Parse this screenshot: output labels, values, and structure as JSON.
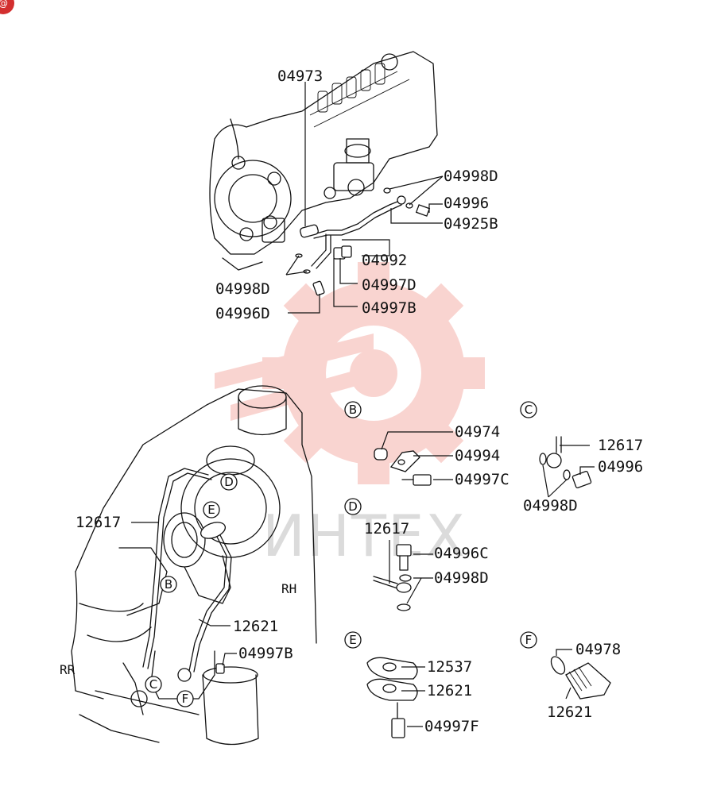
{
  "badge": {
    "symbol": "@"
  },
  "watermark": {
    "text": "ИНТЕХ"
  },
  "views": {
    "B": "B",
    "C": "C",
    "D": "D",
    "E": "E",
    "F": "F"
  },
  "callouts_main": {
    "D": "D",
    "E": "E",
    "B": "B",
    "C": "C",
    "F": "F"
  },
  "labels": {
    "top": {
      "p04973": "04973",
      "p04998D_right": "04998D",
      "p04996": "04996",
      "p04925B": "04925B",
      "p04992": "04992",
      "p04998D_left": "04998D",
      "p04997D": "04997D",
      "p04996D": "04996D",
      "p04997B": "04997B"
    },
    "main": {
      "p12617": "12617",
      "p12621": "12621",
      "p04997B": "04997B",
      "RH": "RH",
      "RR": "RR"
    },
    "detailB": {
      "p04974": "04974",
      "p04994": "04994",
      "p04997C": "04997C"
    },
    "detailC": {
      "p12617": "12617",
      "p04996": "04996",
      "p04998D": "04998D"
    },
    "detailD": {
      "p12617": "12617",
      "p04996C": "04996C",
      "p04998D": "04998D"
    },
    "detailE": {
      "p12537": "12537",
      "p12621": "12621",
      "p04997F": "04997F"
    },
    "detailF": {
      "p04978": "04978",
      "p12621": "12621"
    }
  },
  "colors": {
    "ink": "#111111",
    "watermark_red": "#e8402f",
    "badge_red": "#d32f2f"
  }
}
